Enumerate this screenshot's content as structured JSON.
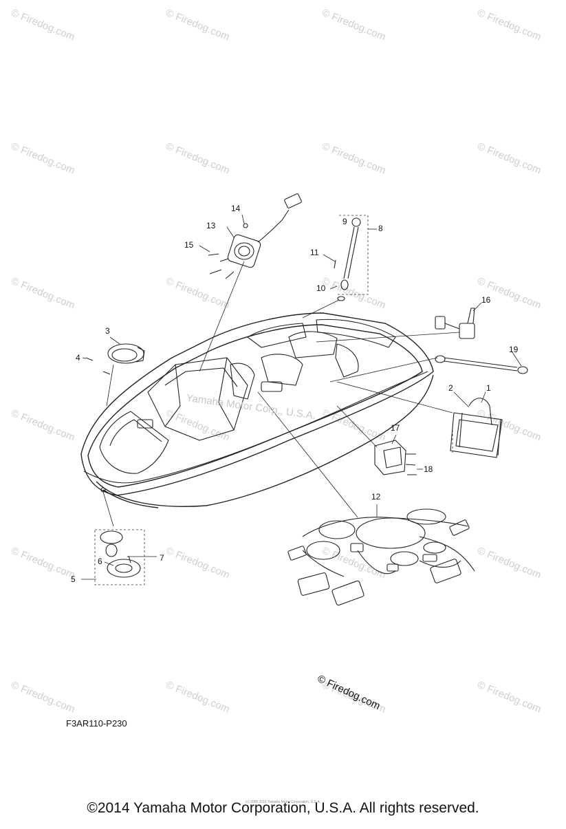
{
  "diagram": {
    "watermark_text": "© Firedog.com",
    "center_watermark": "Yamaha Motor Corp., U.S.A.",
    "firedog_mark": "© Firedog.com",
    "drawing_code": "F3AR110-P230",
    "tiny_copyright": "(c) 2005 2016 Yamaha Motor Corporation, U.S.A.",
    "copyright": "©2014 Yamaha Motor Corporation, U.S.A. All rights reserved.",
    "callouts": [
      "1",
      "2",
      "3",
      "4",
      "5",
      "6",
      "7",
      "8",
      "9",
      "10",
      "11",
      "12",
      "13",
      "14",
      "15",
      "16",
      "17",
      "18",
      "19"
    ]
  }
}
